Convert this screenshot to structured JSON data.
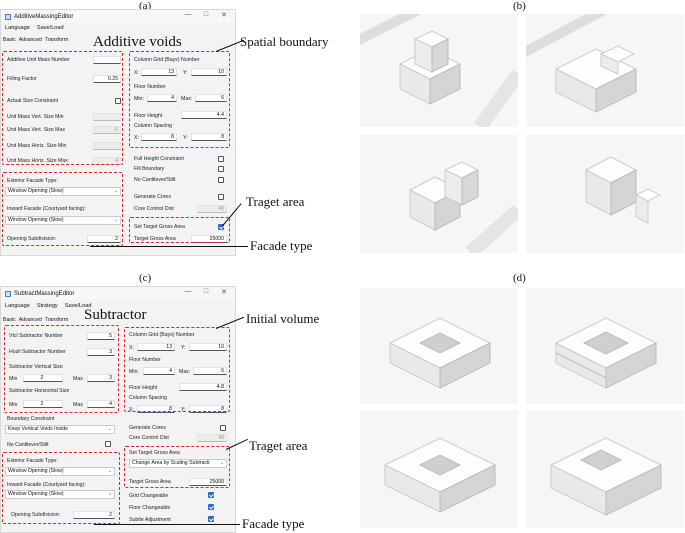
{
  "panel_labels": {
    "a": "(a)",
    "b": "(b)",
    "c": "(c)",
    "d": "(d)"
  },
  "annotations": {
    "additive_voids": "Additive voids",
    "spatial_boundary": "Spatial boundary",
    "traget_area_top": "Traget area",
    "facade_type_top": "Facade type",
    "subtractor": "Subtractor",
    "initial_volume": "Initial volume",
    "traget_area_bottom": "Traget area",
    "facade_type_bottom": "Facade type"
  },
  "colors": {
    "accent_red": "#e0242a",
    "check_blue": "#2b6cc4"
  },
  "additive": {
    "title": "AdditiveMassingEditor",
    "menu": [
      "Language",
      "Save/Load"
    ],
    "tabs": [
      "Basic",
      "Advanced",
      "Transform"
    ],
    "left": {
      "unit_mass_number_label": "Additive Unit Mass Number",
      "unit_mass_number_value": "",
      "filling_factor_label": "Filling Factor",
      "filling_factor_value": "0.25",
      "actual_size_label": "Actual Size Constraint",
      "vert_min_label": "Unit Mass Vert. Size Min",
      "vert_max_label": "Unit Mass Vert. Size Max",
      "horiz_min_label": "Unit Mass Horiz. Size Min",
      "horiz_max_label": "Unit Mass Horiz. Size Max",
      "vert_max_value": "6",
      "horiz_max_value": "4"
    },
    "right": {
      "column_grid_label": "Column Grid (Bays) Number",
      "x_label": "X:",
      "x_value": "13",
      "y_label": "Y:",
      "y_value": "10",
      "floor_number_label": "Floor Number",
      "min_label": "Min:",
      "min_value": "4",
      "max_label": "Max:",
      "max_value": "6",
      "floor_height_label": "Floor Height",
      "floor_height_value": "4.4",
      "column_spacing_label": "Column Spacing",
      "sx_label": "X:",
      "sx_value": "8",
      "sy_label": "Y:",
      "sy_value": "8"
    },
    "checks": {
      "full_height": "Full Height Constraint",
      "fill_boundary": "Fill Boundary",
      "no_cantilever": "No Cantilever/Stilt",
      "generate_cores": "Generate Cores",
      "core_control_label": "Core Control Dist",
      "core_control_value": "40"
    },
    "target": {
      "set_label": "Set Target Gross Area",
      "gross_label": "Target Gross Area",
      "gross_value": "25000"
    },
    "facade": {
      "exterior_label": "Exterior Facade Type:",
      "exterior_value": "Window Opening (Slow)",
      "inward_label": "Inward Facade (Courtyard facing):",
      "inward_value": "Window Opening (Slow)",
      "subdivision_label": "Opening Subdivision:",
      "subdivision_value": "2"
    }
  },
  "subtract": {
    "title": "SubtractMassingEditor",
    "menu": [
      "Language",
      "Strategy",
      "Save/Load"
    ],
    "tabs": [
      "Basic",
      "Advanced",
      "Transform"
    ],
    "left": {
      "vert_number_label": "Vtcl Subtractor Number",
      "vert_number_value": "5",
      "horiz_number_label": "Hozil Subtractor Number",
      "horiz_number_value": "3",
      "vert_size_label": "Subtractor Vertical Size",
      "v_min_label": "Min",
      "v_min_value": "2",
      "v_max_label": "Max",
      "v_max_value": "3",
      "horiz_size_label": "Subtractor Horizontal Size",
      "h_min_label": "Min",
      "h_min_value": "2",
      "h_max_label": "Max",
      "h_max_value": "4"
    },
    "right": {
      "column_grid_label": "Column Grid (Bays) Number",
      "x_label": "X:",
      "x_value": "13",
      "y_label": "Y:",
      "y_value": "10",
      "floor_number_label": "Floor Number",
      "min_label": "Min:",
      "min_value": "4",
      "max_label": "Max:",
      "max_value": "6",
      "floor_height_label": "Floor Height",
      "floor_height_value": "4.8",
      "column_spacing_label": "Column Spacing",
      "sx_label": "X:",
      "sx_value": "8",
      "sy_label": "Y:",
      "sy_value": "8"
    },
    "boundary": {
      "label": "Boundary Constraint",
      "value": "Keep Vertical Voids Inside",
      "no_cantilever": "No Cantilever/Stilt"
    },
    "cores": {
      "generate_cores": "Generate Cores",
      "core_control_label": "Core Control Dist",
      "core_control_value": "40"
    },
    "target": {
      "set_label": "Set Target Gross Area",
      "strategy_value": "Change Area by Scaling Subtracti",
      "gross_label": "Target Gross Area",
      "gross_value": "25000"
    },
    "extra": {
      "grid_changeable": "Grid Changeable",
      "floor_changeable": "Floor Changeable",
      "subtle_adjustment": "Subtle Adjustment"
    },
    "facade": {
      "exterior_label": "Exterior Facade Type:",
      "exterior_value": "Window Opening (Slow)",
      "inward_label": "Inward Facade (Courtyard facing):",
      "inward_value": "Window Opening (Slow)",
      "subdivision_label": "Opening Subdivision:",
      "subdivision_value": "2"
    }
  },
  "window_controls": {
    "minimize": "—",
    "maximize": "□",
    "close": "✕"
  },
  "dropdown_chevron": "⌄"
}
